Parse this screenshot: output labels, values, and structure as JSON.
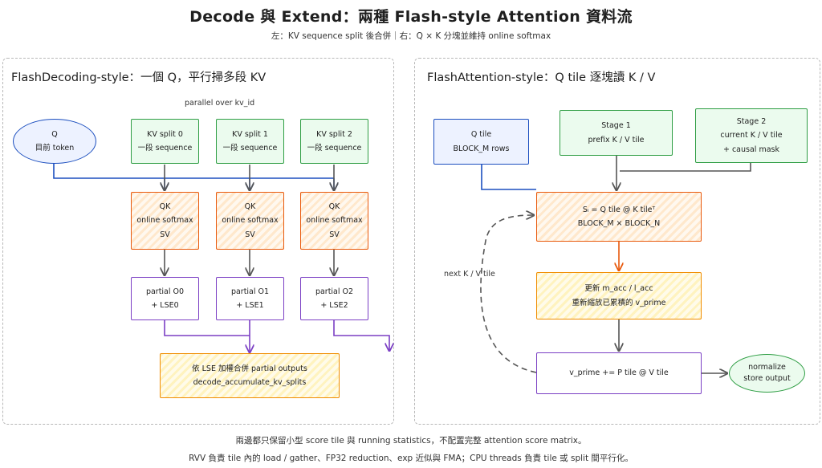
{
  "title": "Decode 與 Extend：兩種 Flash-style Attention 資料流",
  "subtitle": "左：KV sequence split 後合併｜右：Q × K 分塊並維持 online softmax",
  "left_panel": {
    "title": "FlashDecoding-style：一個 Q，平行掃多段 KV",
    "parallel_label": "parallel over kv_id",
    "q_node": {
      "line1": "Q",
      "line2": "目前 token"
    },
    "kv_splits": [
      {
        "line1": "KV split 0",
        "line2": "一段 sequence"
      },
      {
        "line1": "KV split 1",
        "line2": "一段 sequence"
      },
      {
        "line1": "KV split 2",
        "line2": "一段 sequence"
      }
    ],
    "qk_nodes": [
      {
        "line1": "QK",
        "line2": "online softmax",
        "line3": "SV"
      },
      {
        "line1": "QK",
        "line2": "online softmax",
        "line3": "SV"
      },
      {
        "line1": "QK",
        "line2": "online softmax",
        "line3": "SV"
      }
    ],
    "partials": [
      {
        "line1": "partial O0",
        "line2": "+ LSE0"
      },
      {
        "line1": "partial O1",
        "line2": "+ LSE1"
      },
      {
        "line1": "partial O2",
        "line2": "+ LSE2"
      }
    ],
    "merge": {
      "line1": "依 LSE 加權合併 partial outputs",
      "line2": "decode_accumulate_kv_splits"
    }
  },
  "right_panel": {
    "title": "FlashAttention-style：Q tile 逐塊讀 K / V",
    "q_tile": {
      "line1": "Q tile",
      "line2": "BLOCK_M rows"
    },
    "stage1": {
      "line1": "Stage 1",
      "line2": "prefix K / V tile"
    },
    "stage2": {
      "line1": "Stage 2",
      "line2": "current K / V tile",
      "line3": "+ causal mask"
    },
    "score": {
      "line1": "Sᵢ = Q tile @ K tileᵀ",
      "line2": "BLOCK_M × BLOCK_N"
    },
    "update": {
      "line1": "更新 m_acc / l_acc",
      "line2": "重新縮放已累積的 v_prime"
    },
    "accumulate": {
      "line1": "v_prime += P tile @ V tile"
    },
    "normalize": {
      "line1": "normalize",
      "line2": "store output"
    },
    "loop_label": "next K / V tile"
  },
  "footer": {
    "line1": "兩邊都只保留小型 score tile 與 running statistics，不配置完整 attention score matrix。",
    "line2": "RVV 負責 tile 內的 load / gather、FP32 reduction、exp 近似與 FMA；CPU threads 負責 tile 或 split 間平行化。"
  },
  "colors": {
    "green": "#2f9e44",
    "blue": "#1c4fbf",
    "orange": "#e8590c",
    "purple": "#7b3fc4",
    "yellow": "#f08c00",
    "gray": "#555555"
  }
}
